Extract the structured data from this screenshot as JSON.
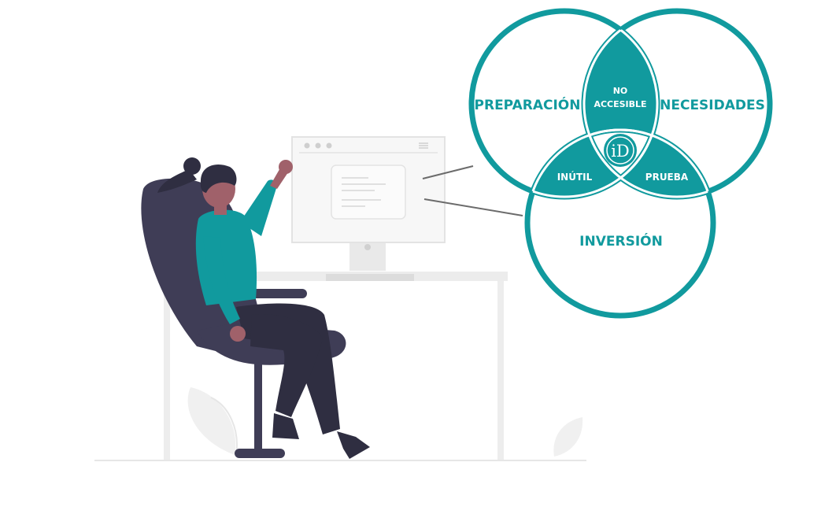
{
  "colors": {
    "teal": "#119a9e",
    "dark_chair": "#3f3d56",
    "dark_clothes": "#2f2e41",
    "skin": "#a0616a",
    "light_gray": "#e6e6e6",
    "mid_gray": "#d6d6d6",
    "white": "#ffffff"
  },
  "venn": {
    "circles": {
      "preparacion": "PREPARACIÓN",
      "necesidades": "NECESIDADES",
      "inversion": "INVERSIÓN"
    },
    "intersections": {
      "no_accesible_line1": "NO",
      "no_accesible_line2": "ACCESIBLE",
      "inutil": "INÚTIL",
      "prueba": "PRUEBA"
    },
    "center_logo_text": "iD"
  }
}
